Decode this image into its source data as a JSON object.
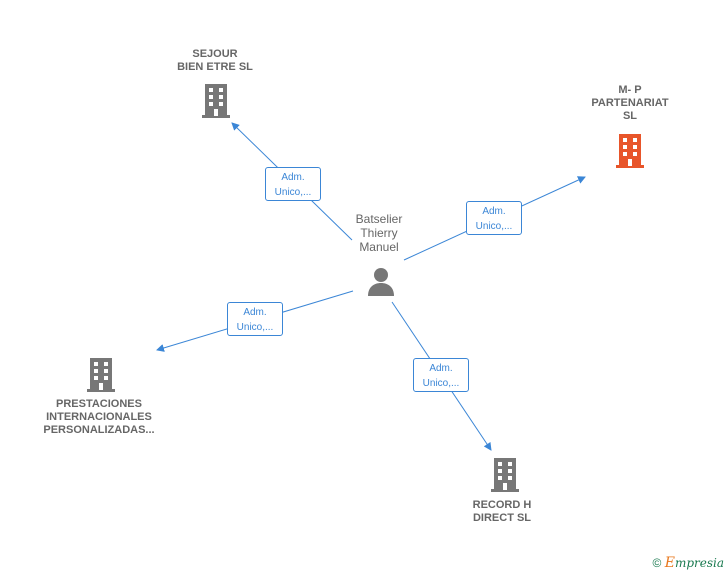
{
  "center": {
    "name": "Batselier\nThierry\nManuel"
  },
  "companies": [
    {
      "id": "sejour",
      "name": "SEJOUR\nBIEN ETRE  SL",
      "highlight": false
    },
    {
      "id": "mp",
      "name": "M- P\nPARTENARIAT\nSL",
      "highlight": true
    },
    {
      "id": "prestaciones",
      "name": "PRESTACIONES\nINTERNACIONALES\nPERSONALIZADAS...",
      "highlight": false
    },
    {
      "id": "record",
      "name": "RECORD H\nDIRECT  SL",
      "highlight": false
    }
  ],
  "relations": [
    {
      "line1": "Adm.",
      "line2": "Unico,..."
    },
    {
      "line1": "Adm.",
      "line2": "Unico,..."
    },
    {
      "line1": "Adm.",
      "line2": "Unico,..."
    },
    {
      "line1": "Adm.",
      "line2": "Unico,..."
    }
  ],
  "colors": {
    "edge": "#3b86d6",
    "building": "#777777",
    "building_highlight": "#e8552a",
    "person": "#777777"
  },
  "footer": {
    "copyright": "©",
    "brand_initial": "E",
    "brand_rest": "mpresia"
  }
}
